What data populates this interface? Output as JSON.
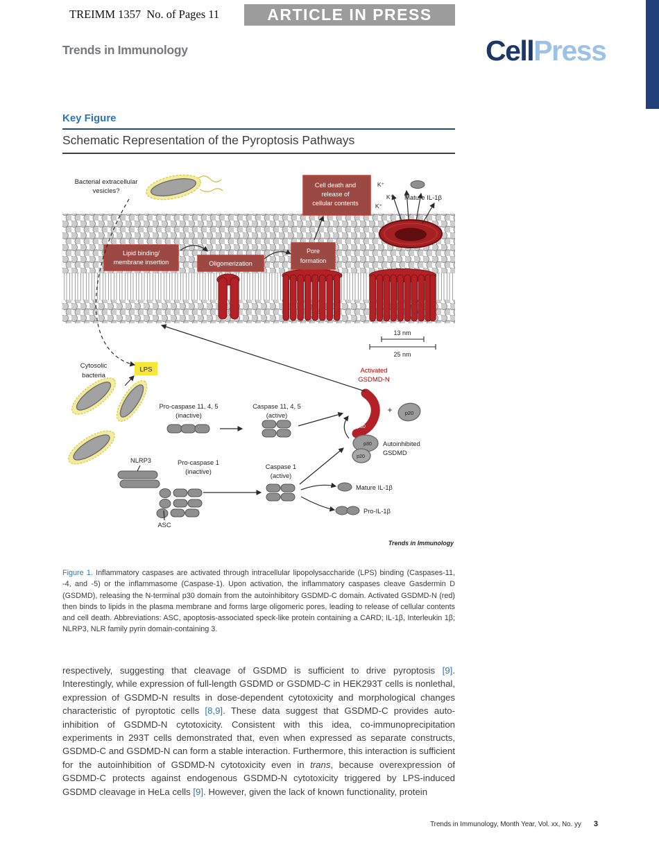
{
  "header": {
    "manuscript": "TREIMM 1357  No. of Pages 11",
    "banner": "ARTICLE IN PRESS",
    "journal": "Trends in Immunology",
    "logo_cell": "Cell",
    "logo_press": "Press"
  },
  "key_figure": {
    "label": "Key Figure",
    "title": "Schematic Representation of the Pyroptosis Pathways"
  },
  "figure": {
    "labels": {
      "bacterial_vesicles_1": "Bacterial extracellular",
      "bacterial_vesicles_2": "vesicles?",
      "cell_death_1": "Cell death and",
      "cell_death_2": "release of",
      "cell_death_3": "cellular contents",
      "k_plus": "K⁺",
      "mature_il1b_top": "Mature IL-1β",
      "lipid_binding_1": "Lipid binding/",
      "lipid_binding_2": "membrane insertion",
      "oligomerization": "Oligomerization",
      "pore_formation_1": "Pore",
      "pore_formation_2": "formation",
      "nm13": "13 nm",
      "nm25": "25 nm",
      "cytosolic_1": "Cytosolic",
      "cytosolic_2": "bacteria",
      "lps": "LPS",
      "activated_1": "Activated",
      "activated_2": "GSDMD-N",
      "pro_caspase_11": "Pro-caspase 11, 4, 5",
      "pro_caspase_11_state": "(inactive)",
      "caspase_11": "Caspase 11, 4, 5",
      "caspase_11_state": "(active)",
      "p30": "p30",
      "plus": "+",
      "p20": "p20",
      "auto_p30": "p30",
      "auto_p20": "p20",
      "autoinhibited_1": "Autoinhibited",
      "autoinhibited_2": "GSDMD",
      "nlrp3": "NLRP3",
      "pro_caspase_1": "Pro-caspase 1",
      "pro_caspase_1_state": "(inactive)",
      "caspase_1": "Caspase 1",
      "caspase_1_state": "(active)",
      "asc": "ASC",
      "mature_il1b": "Mature IL-1β",
      "pro_il1b": "Pro-IL-1β",
      "credit": "Trends in Immunology"
    },
    "colors": {
      "gsdmd_red": "#b32025",
      "process_box_fill": "#9c4843",
      "process_box_border": "#c33b2f",
      "membrane_gray": "#cdcdcd",
      "protein_gray": "#8f8f8f",
      "lps_yellow": "#f7e73b",
      "activated_text_red": "#c00000"
    }
  },
  "caption": {
    "segments": [
      {
        "text": "Figure 1.",
        "style": "figlabel"
      },
      {
        "text": " Inflammatory caspases are activated through intracellular lipopolysaccharide (LPS) binding (Caspases-11, -4, and -5) or the inflammasome (Caspase-1). Upon activation, the inflammatory caspases cleave Gasdermin D (GSDMD), releasing the N-terminal p30 domain from the autoinhibitory GSDMD-C domain. Activated GSDMD-N (red) then binds to lipids in the plasma membrane and forms large oligomeric pores, leading to release of cellular contents and cell death. Abbreviations: ASC, apoptosis-associated speck-like protein containing a CARD; IL-1β, Interleukin 1β; NLRP3, NLR family pyrin domain-containing 3.",
        "style": null
      }
    ]
  },
  "body": {
    "segments": [
      {
        "text": "respectively, suggesting that cleavage of GSDMD is sufficient to drive pyroptosis ",
        "style": null
      },
      {
        "text": "[9]",
        "style": "cite"
      },
      {
        "text": ". Interestingly, while expression of full-length GSDMD or GSDMD-C in HEK293T cells is nonlethal, expression of GSDMD-N results in dose-dependent cytotoxicity and morphological changes characteristic of pyroptotic cells ",
        "style": null
      },
      {
        "text": "[8,9]",
        "style": "cite"
      },
      {
        "text": ". These data suggest that GSDMD-C provides auto-inhibition of GSDMD-N cytotoxicity. Consistent with this idea, co-immunoprecipitation experiments in 293T cells demonstrated that, even when expressed as separate constructs, GSDMD-C and GSDMD-N can form a stable interaction. Furthermore, this interaction is sufficient for the autoinhibition of GSDMD-N cytotoxicity even in ",
        "style": null
      },
      {
        "text": "trans",
        "style": "italic"
      },
      {
        "text": ", because overexpression of GSDMD-C protects against endogenous GSDMD-N cytotoxicity triggered by LPS-induced GSDMD cleavage in HeLa cells ",
        "style": null
      },
      {
        "text": "[9]",
        "style": "cite"
      },
      {
        "text": ". However, given the lack of known functionality, protein",
        "style": null
      }
    ]
  },
  "footer": {
    "journal_line": "Trends in Immunology, Month Year, Vol. xx, No. yy",
    "page": "3"
  }
}
